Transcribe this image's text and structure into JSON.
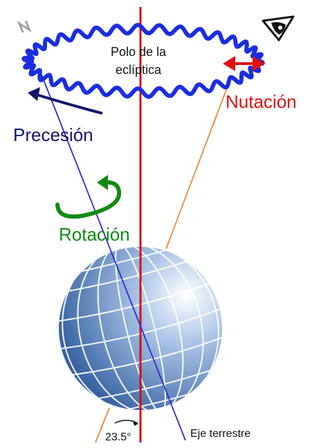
{
  "labels": {
    "pole": [
      "Polo de la",
      "eclíptica"
    ],
    "nutation": "Nutación",
    "precession": "Precesión",
    "rotation": "Rotación",
    "earth_axis": "Eje terrestre",
    "angle": "23.5°",
    "north": "N"
  },
  "colors": {
    "ecliptic_pole_axis": "#cc1111",
    "earth_axis": "#2a2ad0",
    "cone_line": "#e88a3a",
    "precession_ring": "#1a2ee0",
    "nutation": "#e01010",
    "precession": "#14146e",
    "rotation": "#128a12",
    "globe_dark": "#2f5c9c",
    "globe_light": "#ffffff"
  },
  "icons": {
    "observer": "eye-icon",
    "north": "north-marker-icon"
  }
}
